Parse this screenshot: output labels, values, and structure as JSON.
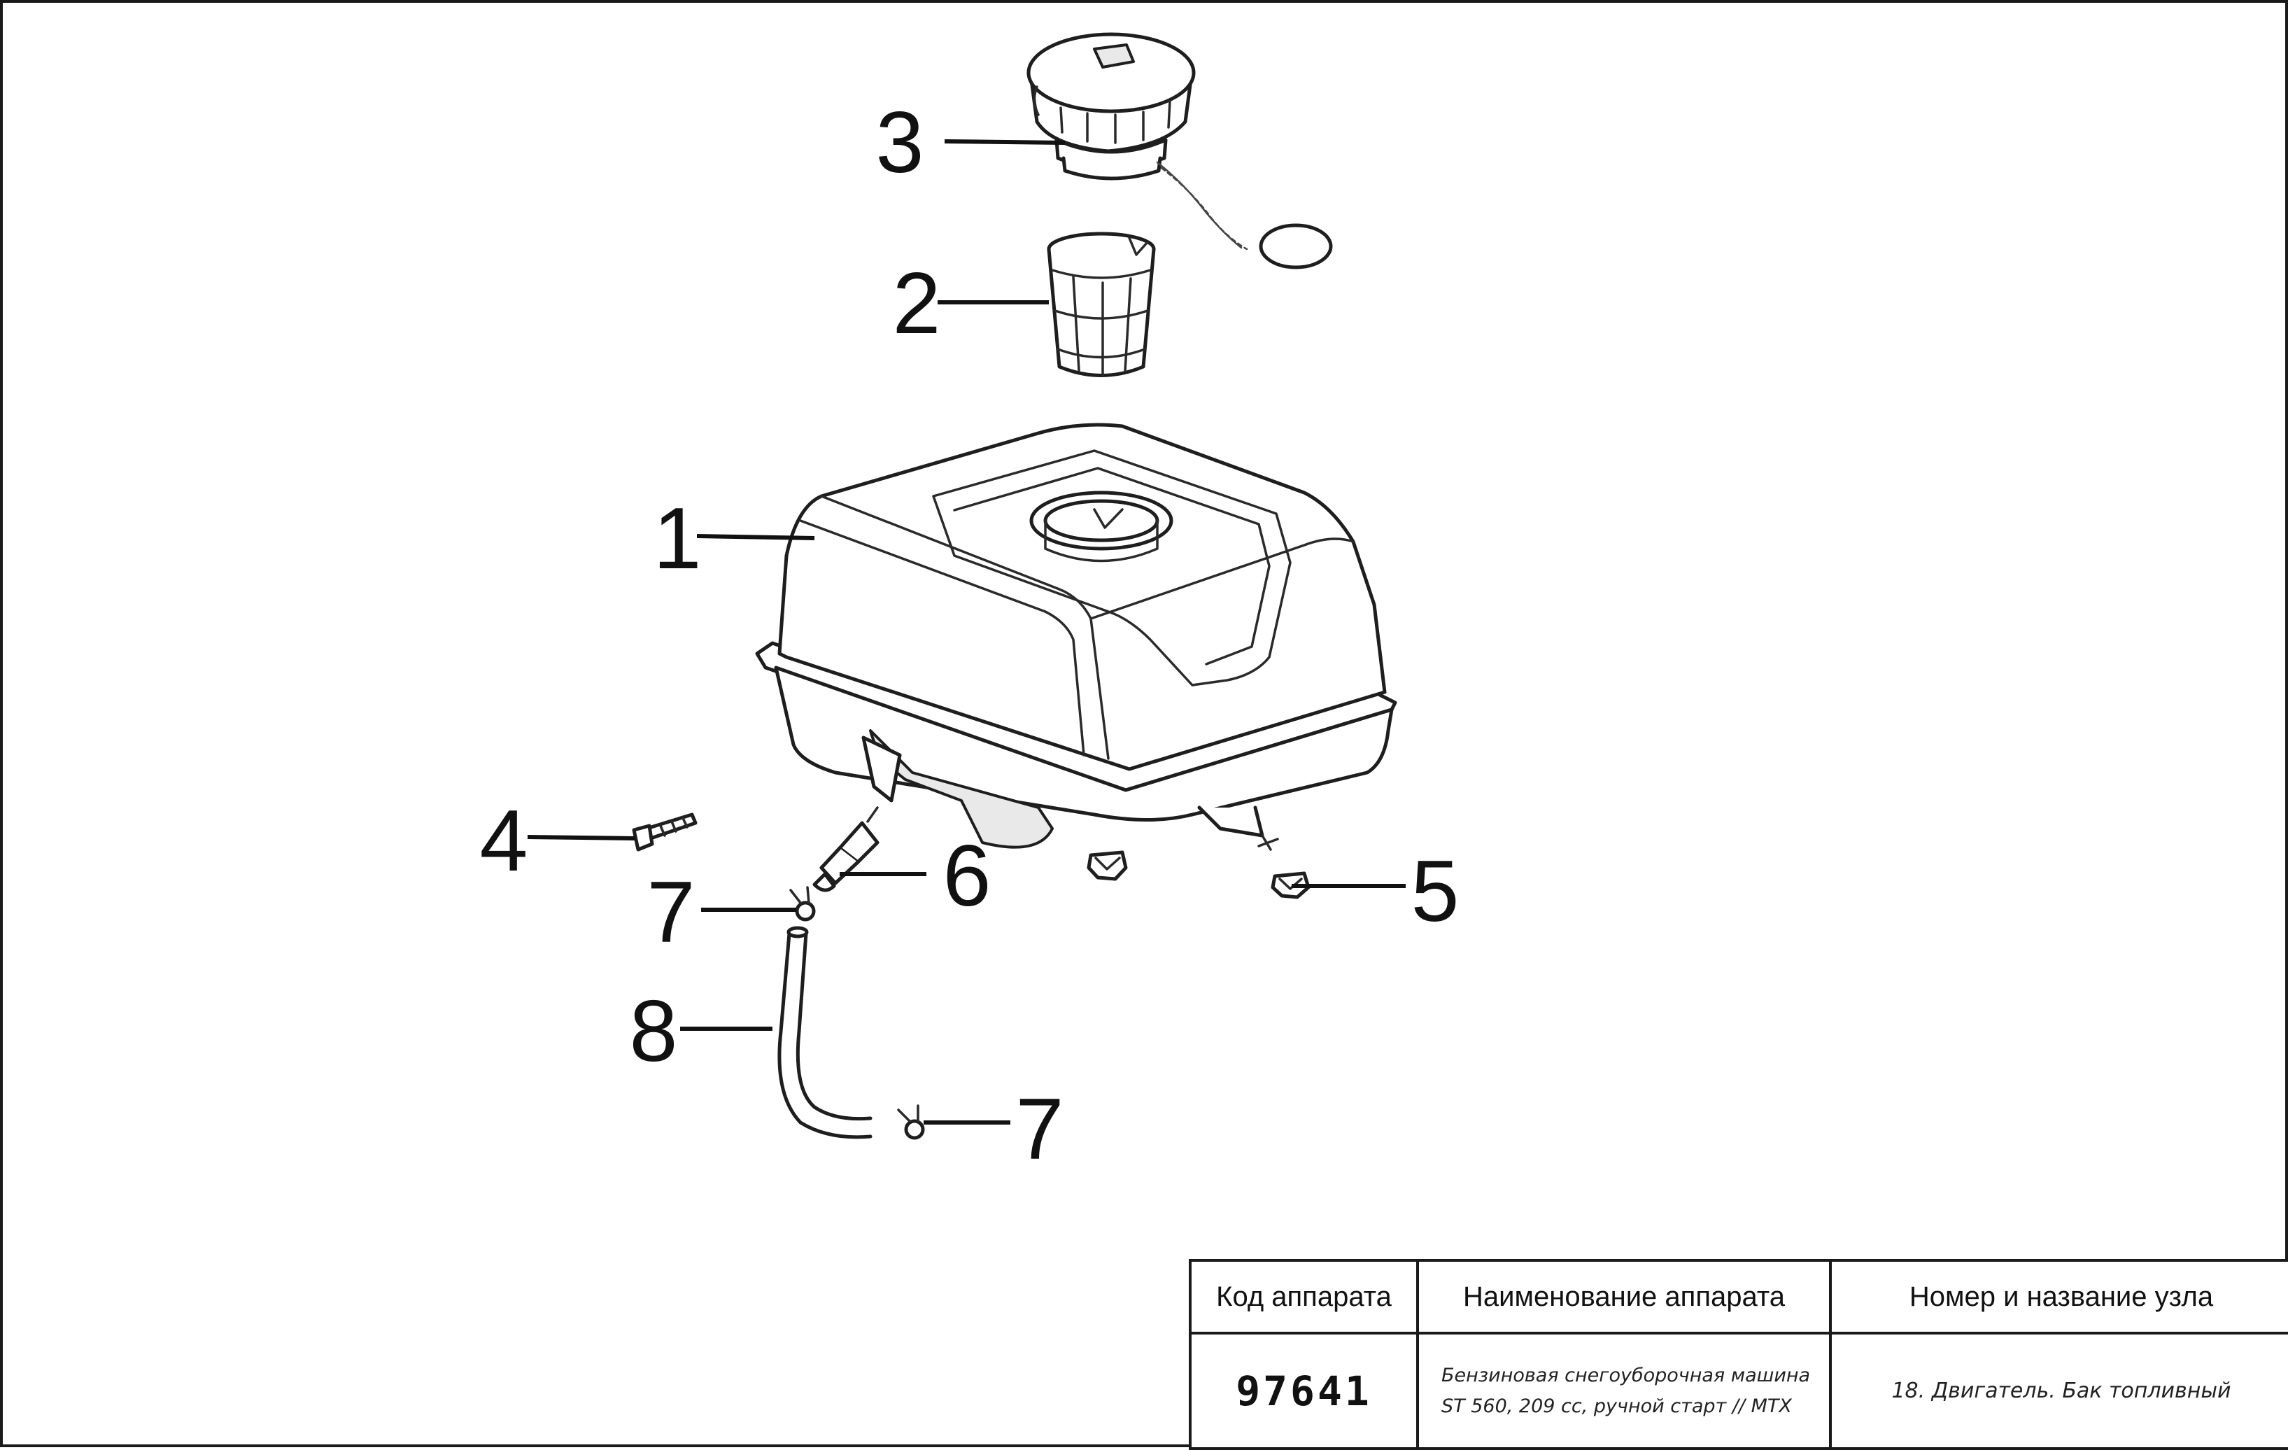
{
  "diagram": {
    "callouts": [
      {
        "id": "3",
        "text": "3"
      },
      {
        "id": "2",
        "text": "2"
      },
      {
        "id": "1",
        "text": "1"
      },
      {
        "id": "4",
        "text": "4"
      },
      {
        "id": "6",
        "text": "6"
      },
      {
        "id": "5",
        "text": "5"
      },
      {
        "id": "7a",
        "text": "7"
      },
      {
        "id": "8",
        "text": "8"
      },
      {
        "id": "7b",
        "text": "7"
      }
    ]
  },
  "title_block": {
    "headers": {
      "code": "Код аппарата",
      "name": "Наименование аппарата",
      "node": "Номер и название узла"
    },
    "code": "97641",
    "name_line1": "Бензиновая снегоуборочная машина",
    "name_line2": "ST 560, 209 cc, ручной старт // MTX",
    "node": "18. Двигатель. Бак топливный"
  }
}
